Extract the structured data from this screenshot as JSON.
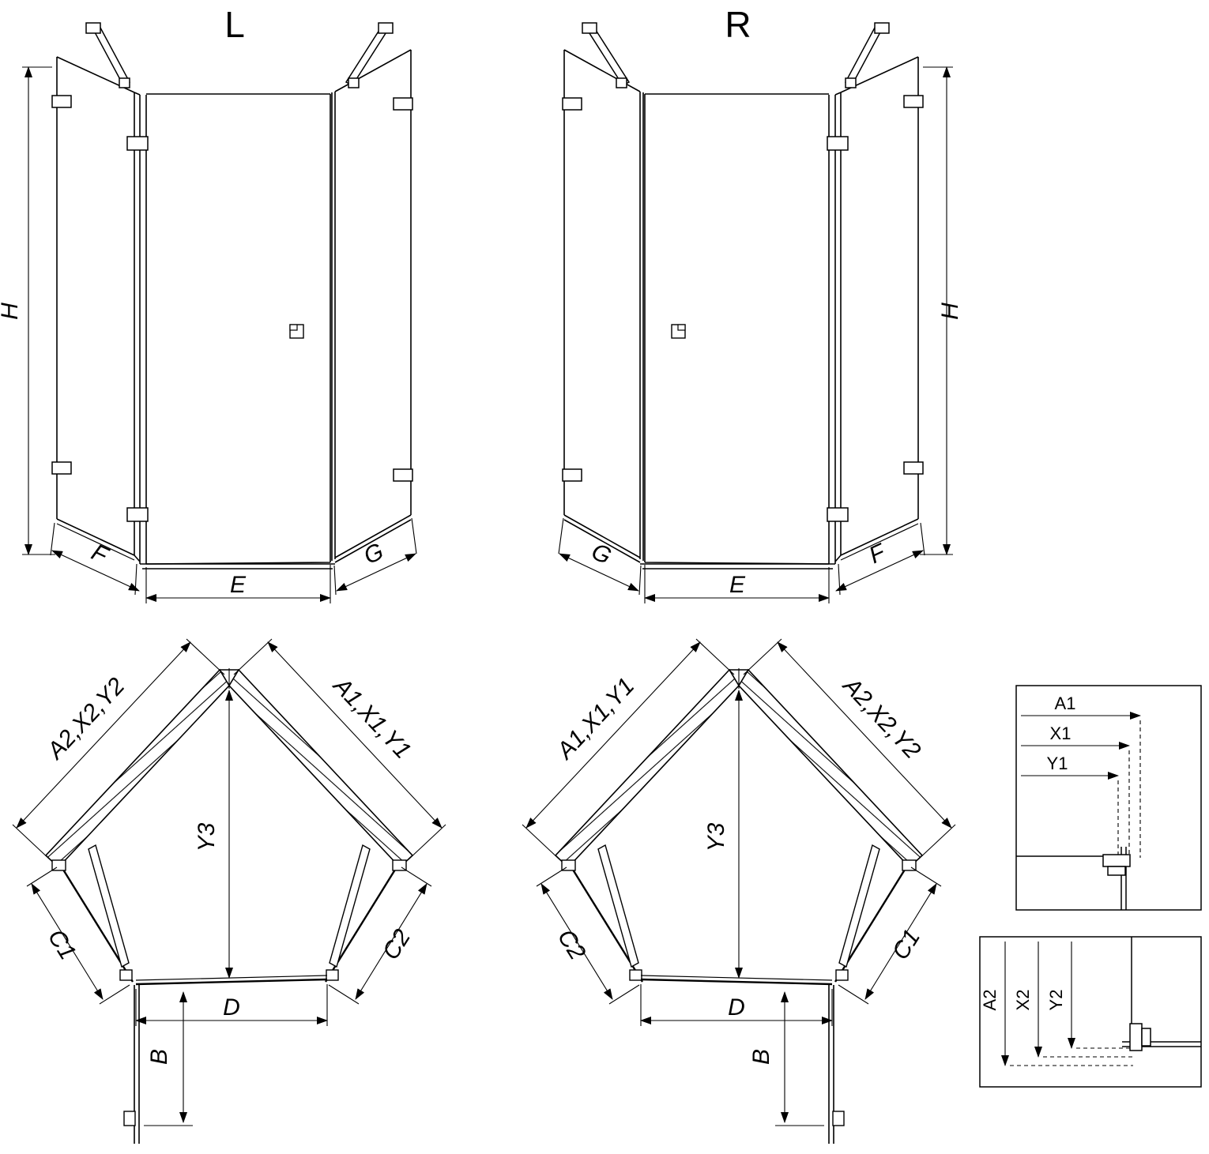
{
  "page": {
    "background": "#ffffff",
    "line_color": "#000000"
  },
  "views": {
    "elevation_left": {
      "title": "L",
      "dim_height": "H",
      "dim_left_panel": "F",
      "dim_door": "E",
      "dim_right_panel": "G"
    },
    "elevation_right": {
      "title": "R",
      "dim_height": "H",
      "dim_left_panel": "G",
      "dim_door": "E",
      "dim_right_panel": "F"
    },
    "plan_left": {
      "dim_wall_upper_left": "A2,X2,Y2",
      "dim_wall_upper_right": "A1,X1,Y1",
      "dim_depth": "Y3",
      "dim_return_left": "C1",
      "dim_return_right": "C2",
      "dim_door_width": "D",
      "dim_extension": "B"
    },
    "plan_right": {
      "dim_wall_upper_left": "A1,X1,Y1",
      "dim_wall_upper_right": "A2,X2,Y2",
      "dim_depth": "Y3",
      "dim_return_left": "C2",
      "dim_return_right": "C1",
      "dim_door_width": "D",
      "dim_extension": "B"
    },
    "detail_horizontal": {
      "labels": [
        "A1",
        "X1",
        "Y1"
      ]
    },
    "detail_vertical": {
      "labels": [
        "A2",
        "X2",
        "Y2"
      ]
    }
  }
}
